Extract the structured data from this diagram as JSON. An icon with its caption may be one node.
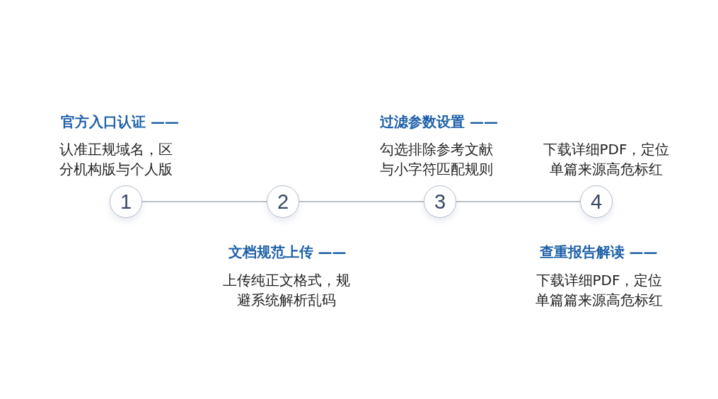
{
  "diagram": {
    "nodes": [
      {
        "text": [
          "1"
        ],
        "beside": [
          "官方入口认证 ——",
          "认准正规域名，区分机构版与个人版"
        ]
      },
      {
        "text": [
          "2"
        ],
        "beside": [
          "文档规范上传 ——",
          "上传纯正文格式，规避系统解析乱码"
        ]
      },
      {
        "text": [
          "3"
        ],
        "beside": [
          "过滤参数设置 ——",
          "勾选排除参考文献与小字符匹配规则"
        ]
      },
      {
        "text": [
          "4"
        ],
        "beside": [
          "下载详细PDF，定位单篇来源高危标红",
          "查重报告解读 ——",
          "下载详细PDF，定位单篇篇来源高危标红"
        ]
      }
    ],
    "edges": [
      {
        "from": 0,
        "to": 1,
        "arrow": "none"
      },
      {
        "from": 1,
        "to": 2,
        "arrow": "none"
      },
      {
        "from": 2,
        "to": 3,
        "arrow": "none"
      }
    ]
  }
}
